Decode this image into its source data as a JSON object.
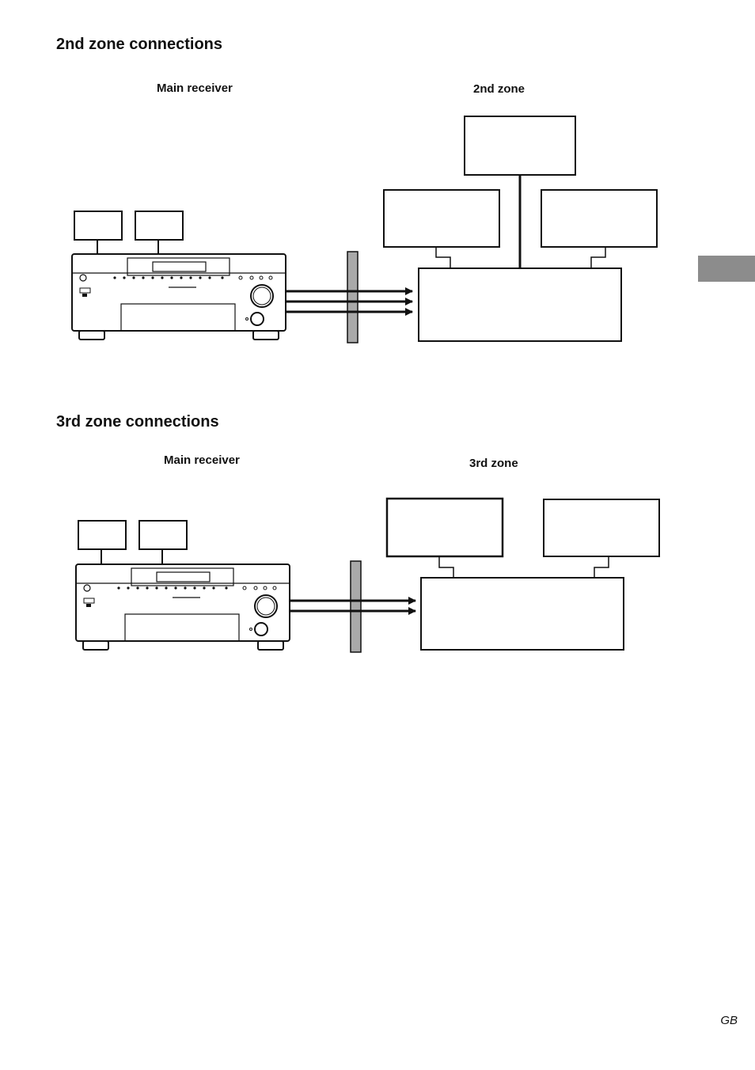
{
  "section_2nd": {
    "heading": "2nd zone connections",
    "main_label": "Main receiver",
    "zone_label": "2nd zone"
  },
  "section_3rd": {
    "heading": "3rd zone connections",
    "main_label": "Main receiver",
    "zone_label": "3rd zone"
  },
  "footer": {
    "region_code": "GB"
  },
  "colors": {
    "line": "#111111",
    "wall": "#a9a9a9",
    "tab": "#8c8c8c"
  }
}
